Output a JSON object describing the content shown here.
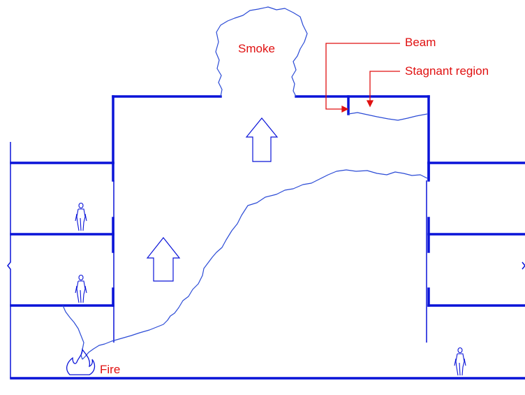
{
  "labels": {
    "smoke": "Smoke",
    "beam": "Beam",
    "stagnant_region": "Stagnant region",
    "fire": "Fire"
  },
  "colors": {
    "structure": "#0a14d8",
    "smoke_line": "#2b4bd6",
    "annotation": "#e01010"
  },
  "icons": [
    "up-arrow-icon",
    "person-icon",
    "flame-icon"
  ]
}
